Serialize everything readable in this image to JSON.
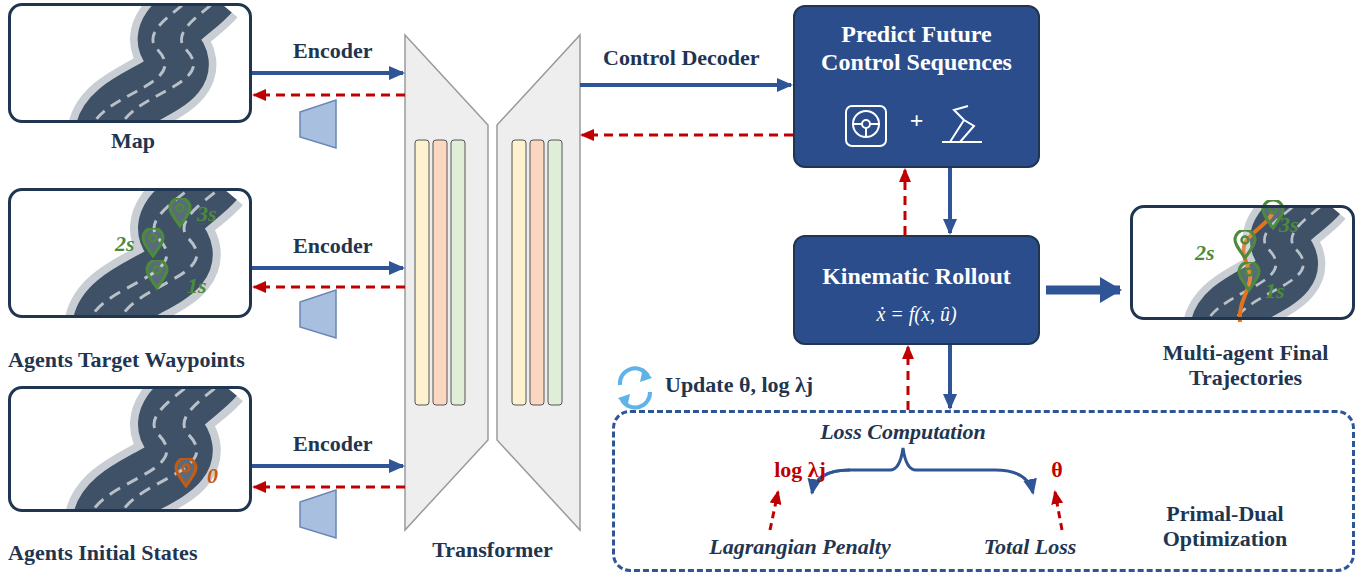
{
  "diagram": {
    "nodes": [
      {
        "text": [
          "Map"
        ]
      },
      {
        "text": [
          "3s",
          "2s",
          "1s",
          "Agents Target Waypoints"
        ]
      },
      {
        "text": [
          "0",
          "Agents Initial States"
        ]
      },
      {
        "text": [
          "Transformer"
        ]
      },
      {
        "text": [
          "Predict Future Control Sequences",
          "+"
        ]
      },
      {
        "text": [
          "Kinematic Rollout",
          "ẋ = f(x, û)"
        ]
      },
      {
        "text": [
          "3s",
          "2s",
          "1s",
          "Multi-agent Final Trajectories"
        ]
      },
      {
        "text": [
          "Loss Computation",
          "log λj",
          "θ",
          "Lagrangian Penalty",
          "Total Loss",
          "Primal-Dual Optimization"
        ]
      }
    ],
    "edges": [
      {
        "from": 0,
        "to": 3,
        "arrow": "to",
        "label": "Encoder"
      },
      {
        "from": 3,
        "to": 0,
        "arrow": "to"
      },
      {
        "from": 1,
        "to": 3,
        "arrow": "to",
        "label": "Encoder"
      },
      {
        "from": 3,
        "to": 1,
        "arrow": "to"
      },
      {
        "from": 2,
        "to": 3,
        "arrow": "to",
        "label": "Encoder"
      },
      {
        "from": 3,
        "to": 2,
        "arrow": "to"
      },
      {
        "from": 3,
        "to": 4,
        "arrow": "to",
        "label": "Control Decoder"
      },
      {
        "from": 4,
        "to": 3,
        "arrow": "to"
      },
      {
        "from": 4,
        "to": 5,
        "arrow": "to"
      },
      {
        "from": 5,
        "to": 4,
        "arrow": "to"
      },
      {
        "from": 5,
        "to": 6,
        "arrow": "to"
      },
      {
        "from": 5,
        "to": 7,
        "arrow": "to"
      },
      {
        "from": 7,
        "to": 5,
        "arrow": "to"
      }
    ],
    "labels": [
      "Update θ, log λj"
    ]
  }
}
